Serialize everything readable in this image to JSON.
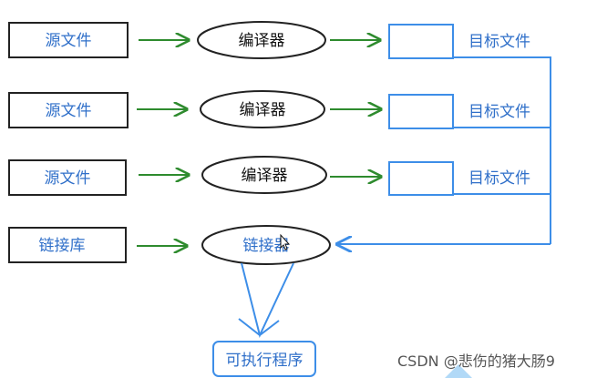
{
  "diagram": {
    "sources": [
      "源文件",
      "源文件",
      "源文件"
    ],
    "library": "链接库",
    "compiler": "编译器",
    "linker": "链接器",
    "target": "目标文件",
    "executable": "可执行程序"
  },
  "watermark": "CSDN @悲伤的猪大肠9",
  "colors": {
    "text_blue": "#2f6fc9",
    "arrow_green": "#2e8b2e",
    "line_blue": "#3d8ee8",
    "box_border": "#222222"
  }
}
